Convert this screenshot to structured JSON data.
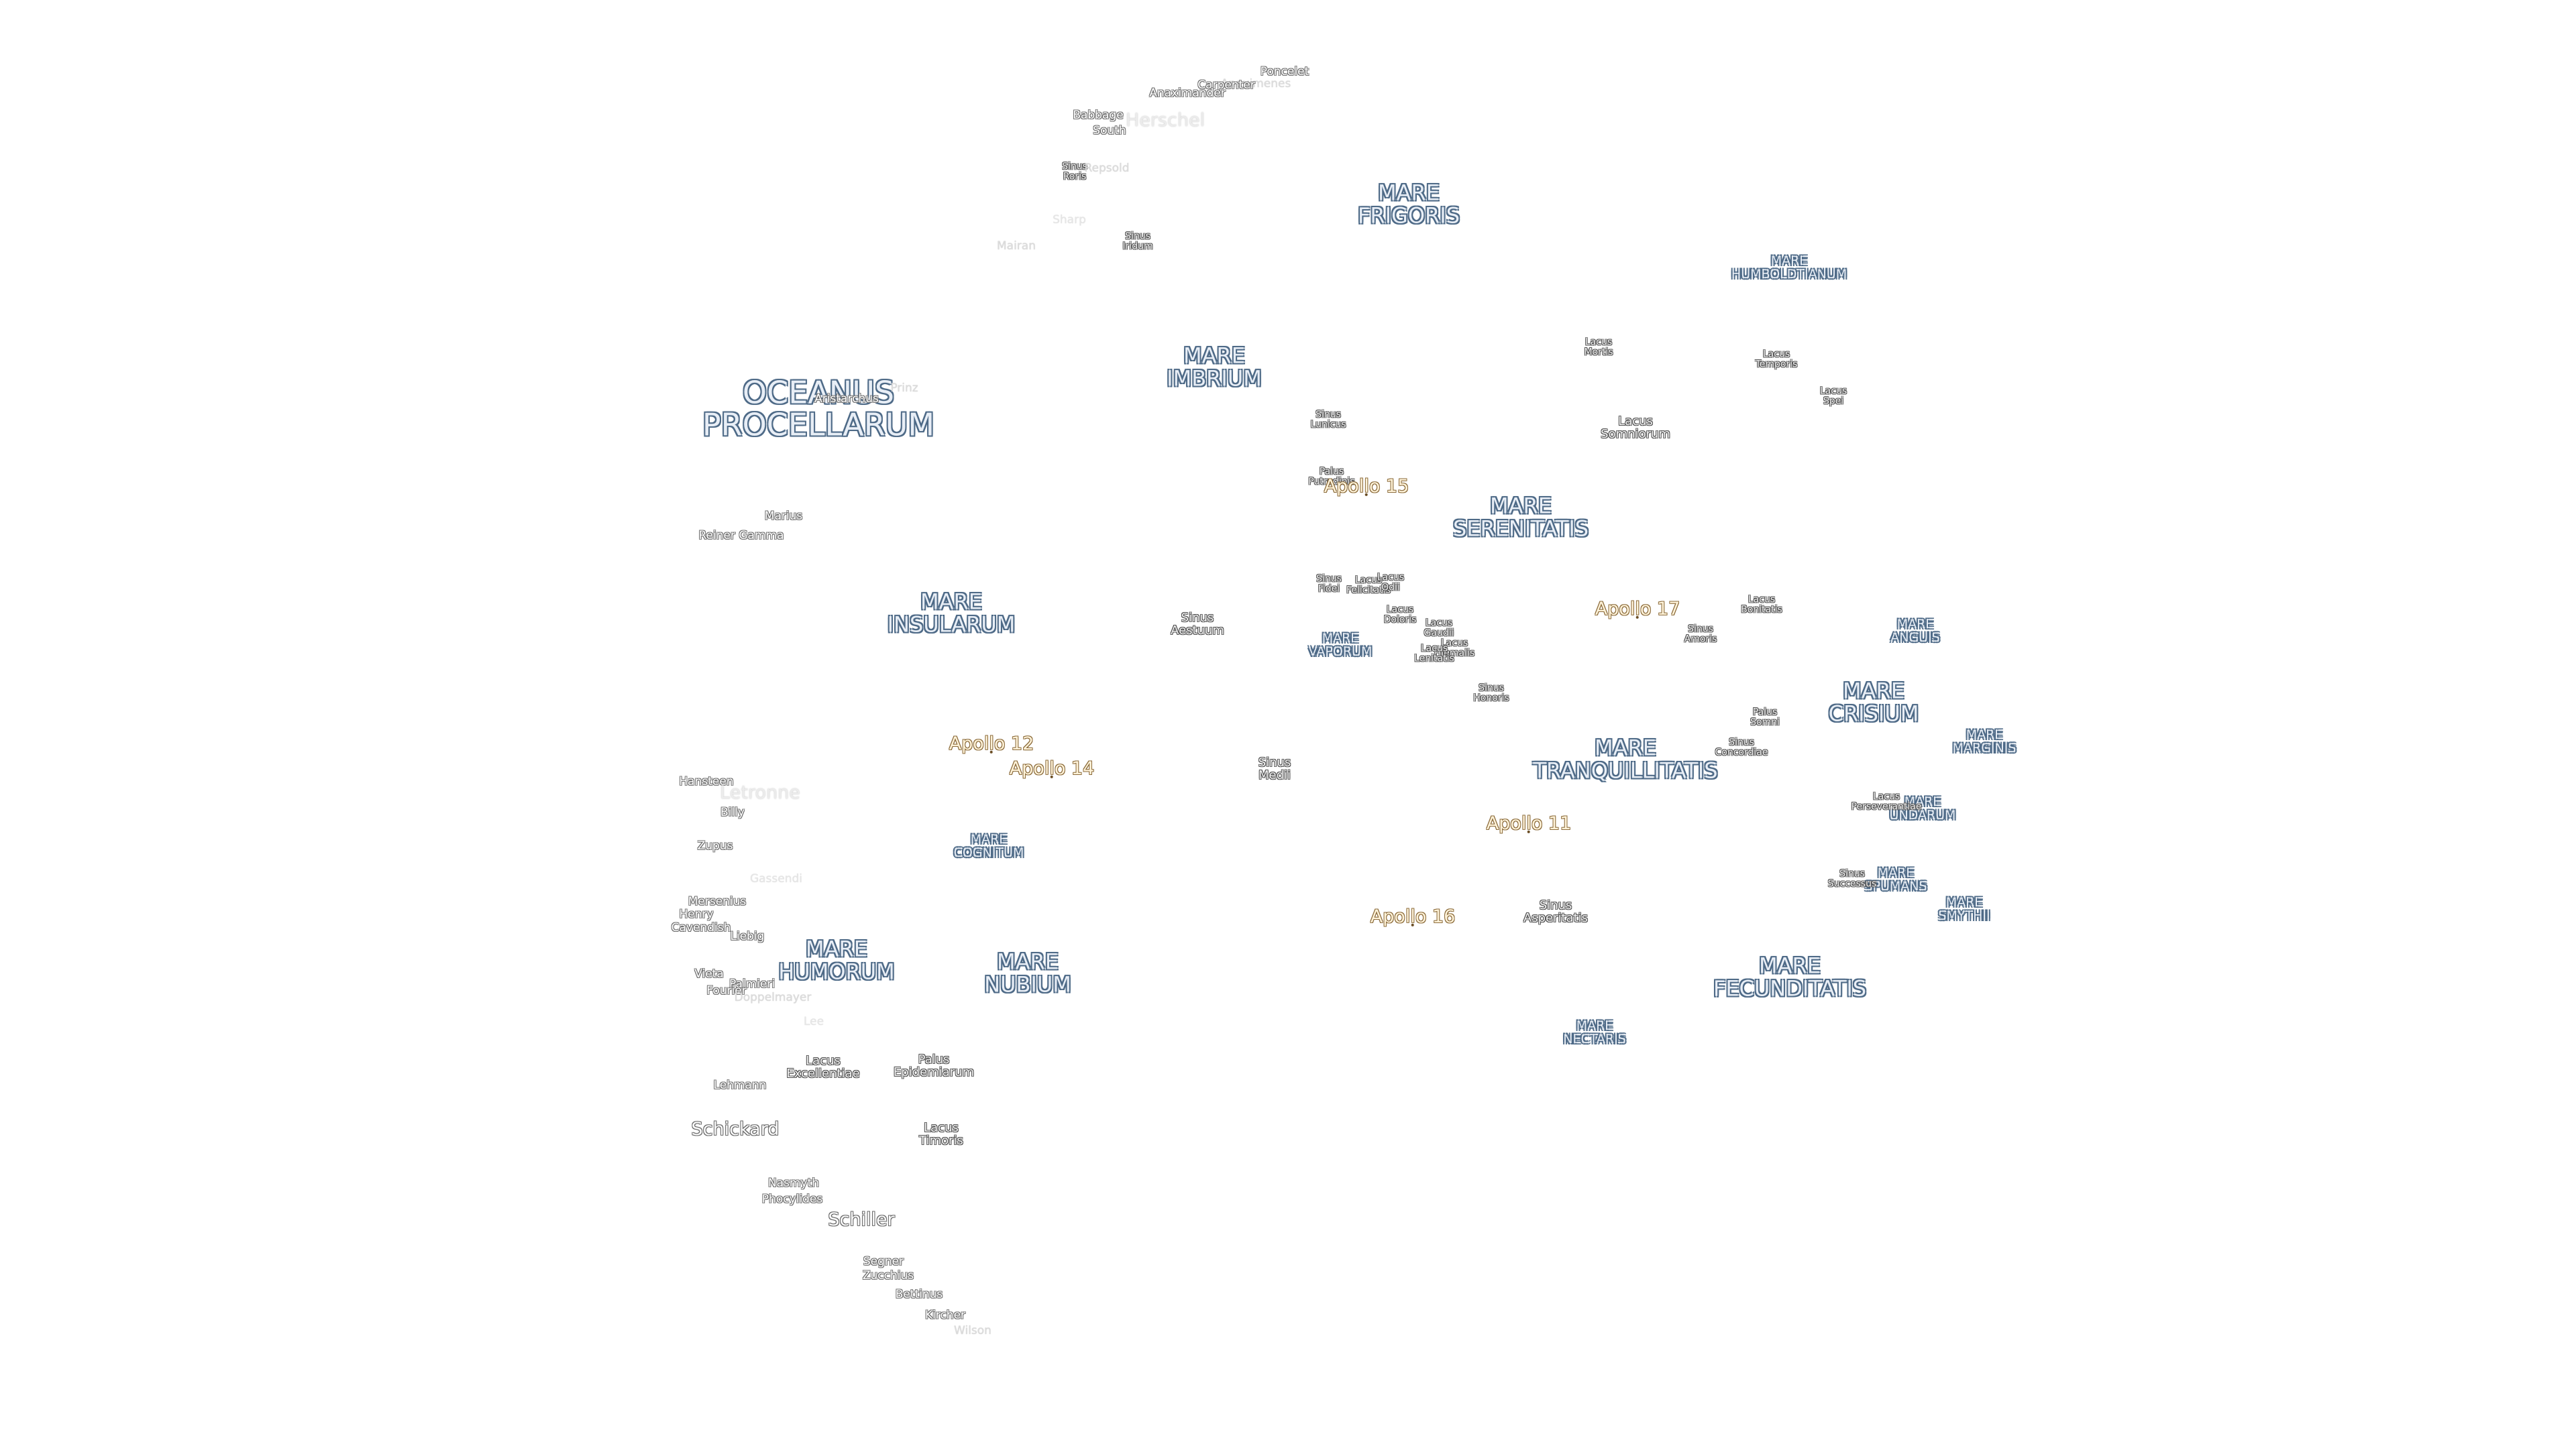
{
  "maria": [
    {
      "id": "oceanus-procellarum",
      "lines": [
        "OCEANUS",
        "PROCELLARUM"
      ],
      "size": "big"
    },
    {
      "id": "mare-frigoris",
      "lines": [
        "MARE",
        "FRIGORIS"
      ]
    },
    {
      "id": "mare-imbrium",
      "lines": [
        "MARE",
        "IMBRIUM"
      ]
    },
    {
      "id": "mare-serenitatis",
      "lines": [
        "MARE",
        "SERENITATIS"
      ]
    },
    {
      "id": "mare-insularum",
      "lines": [
        "MARE",
        "INSULARUM"
      ]
    },
    {
      "id": "mare-tranquillitatis",
      "lines": [
        "MARE",
        "TRANQUILLITATIS"
      ]
    },
    {
      "id": "mare-crisium",
      "lines": [
        "MARE",
        "CRISIUM"
      ]
    },
    {
      "id": "mare-marginis",
      "lines": [
        "MARE",
        "MARGINIS"
      ],
      "size": "small"
    },
    {
      "id": "mare-anguis",
      "lines": [
        "MARE",
        "ANGUIS"
      ],
      "size": "small"
    },
    {
      "id": "mare-humboldtianum",
      "lines": [
        "MARE",
        "HUMBOLDTIANUM"
      ],
      "size": "small"
    },
    {
      "id": "mare-vaporum",
      "lines": [
        "MARE",
        "VAPORUM"
      ],
      "size": "small"
    },
    {
      "id": "mare-cognitum",
      "lines": [
        "MARE",
        "COGNITUM"
      ],
      "size": "small"
    },
    {
      "id": "mare-humorum",
      "lines": [
        "MARE",
        "HUMORUM"
      ]
    },
    {
      "id": "mare-nubium",
      "lines": [
        "MARE",
        "NUBIUM"
      ]
    },
    {
      "id": "mare-fecunditatis",
      "lines": [
        "MARE",
        "FECUNDITATIS"
      ]
    },
    {
      "id": "mare-nectaris",
      "lines": [
        "MARE",
        "NECTARIS"
      ],
      "size": "small"
    },
    {
      "id": "mare-smythii",
      "lines": [
        "MARE",
        "SMYTHII"
      ],
      "size": "small"
    },
    {
      "id": "mare-undarum",
      "lines": [
        "MARE",
        "UNDARUM"
      ],
      "size": "small"
    },
    {
      "id": "mare-spumans",
      "lines": [
        "MARE",
        "SPUMANS"
      ],
      "size": "small"
    }
  ],
  "features": [
    {
      "id": "lacus-somniorum",
      "lines": [
        "Lacus",
        "Somniorum"
      ]
    },
    {
      "id": "lacus-mortis",
      "lines": [
        "Lacus",
        "Mortis"
      ],
      "size": "tiny"
    },
    {
      "id": "lacus-temporis",
      "lines": [
        "Lacus",
        "Temporis"
      ],
      "size": "tiny"
    },
    {
      "id": "lacus-spei",
      "lines": [
        "Lacus",
        "Spei"
      ],
      "size": "tiny"
    },
    {
      "id": "sinus-iridum",
      "lines": [
        "Sinus",
        "Iridum"
      ],
      "size": "tiny"
    },
    {
      "id": "sinus-roris",
      "lines": [
        "Sinus",
        "Roris"
      ],
      "size": "tiny"
    },
    {
      "id": "sinus-lunicus",
      "lines": [
        "Sinus",
        "Lunicus"
      ],
      "size": "tiny"
    },
    {
      "id": "palus-putredinis",
      "lines": [
        "Palus",
        "Putredinis"
      ],
      "size": "tiny"
    },
    {
      "id": "sinus-aestuum",
      "lines": [
        "Sinus",
        "Aestuum"
      ]
    },
    {
      "id": "sinus-medii",
      "lines": [
        "Sinus",
        "Medii"
      ]
    },
    {
      "id": "sinus-fidei",
      "lines": [
        "Sinus",
        "Fidei"
      ],
      "size": "tiny"
    },
    {
      "id": "lacus-felicitatis",
      "lines": [
        "Lacus",
        "Felicitatis"
      ],
      "size": "tiny"
    },
    {
      "id": "lacus-odii",
      "lines": [
        "Lacus",
        "Odii"
      ],
      "size": "tiny"
    },
    {
      "id": "lacus-doloris",
      "lines": [
        "Lacus",
        "Doloris"
      ],
      "size": "tiny"
    },
    {
      "id": "lacus-gaudii",
      "lines": [
        "Lacus",
        "Gaudii"
      ],
      "size": "tiny"
    },
    {
      "id": "lacus-hiemalis",
      "lines": [
        "Lacus",
        "Hiemalis"
      ],
      "size": "tiny"
    },
    {
      "id": "lacus-lenitatis",
      "lines": [
        "Lacus",
        "Lenitatis"
      ],
      "size": "tiny"
    },
    {
      "id": "sinus-honoris",
      "lines": [
        "Sinus",
        "Honoris"
      ],
      "size": "tiny"
    },
    {
      "id": "lacus-bonitatis",
      "lines": [
        "Lacus",
        "Bonitatis"
      ],
      "size": "tiny"
    },
    {
      "id": "sinus-amoris",
      "lines": [
        "Sinus",
        "Amoris"
      ],
      "size": "tiny"
    },
    {
      "id": "palus-somni",
      "lines": [
        "Palus",
        "Somni"
      ],
      "size": "tiny"
    },
    {
      "id": "sinus-concordiae",
      "lines": [
        "Sinus",
        "Concordiae"
      ],
      "size": "tiny"
    },
    {
      "id": "lacus-perseverantiae",
      "lines": [
        "Lacus",
        "Perseverantiae"
      ],
      "size": "tiny"
    },
    {
      "id": "sinus-successus",
      "lines": [
        "Sinus",
        "Successus"
      ],
      "size": "tiny"
    },
    {
      "id": "sinus-asperitatis",
      "lines": [
        "Sinus",
        "Asperitatis"
      ]
    },
    {
      "id": "lacus-excellentiae",
      "lines": [
        "Lacus",
        "Excellentiae"
      ]
    },
    {
      "id": "palus-epidemiarum",
      "lines": [
        "Palus",
        "Epidemiarum"
      ]
    },
    {
      "id": "lacus-timoris",
      "lines": [
        "Lacus",
        "Timoris"
      ]
    }
  ],
  "craters": [
    {
      "id": "crater-poncelet",
      "lines": [
        "Poncelet"
      ],
      "style": "normal"
    },
    {
      "id": "crater-anaximenes",
      "lines": [
        "Anaximenes"
      ],
      "style": "faint"
    },
    {
      "id": "crater-carpenter",
      "lines": [
        "Carpenter"
      ],
      "style": "normal"
    },
    {
      "id": "crater-anaximander",
      "lines": [
        "Anaximander"
      ],
      "style": "normal"
    },
    {
      "id": "crater-babbage",
      "lines": [
        "Babbage"
      ],
      "style": "normal"
    },
    {
      "id": "crater-south",
      "lines": [
        "South"
      ],
      "style": "normal"
    },
    {
      "id": "crater-herschel",
      "lines": [
        "Herschel"
      ],
      "style": "faint",
      "size": "large"
    },
    {
      "id": "crater-repsold",
      "lines": [
        "Repsold"
      ],
      "style": "faint"
    },
    {
      "id": "crater-sharp",
      "lines": [
        "Sharp"
      ],
      "style": "faint2"
    },
    {
      "id": "crater-mairan",
      "lines": [
        "Mairan"
      ],
      "style": "faint"
    },
    {
      "id": "crater-prinz",
      "lines": [
        "Prinz"
      ],
      "style": "faint"
    },
    {
      "id": "crater-aristarchus",
      "lines": [
        "Aristarchus"
      ],
      "style": "normal"
    },
    {
      "id": "crater-marius",
      "lines": [
        "Marius"
      ],
      "style": "normal"
    },
    {
      "id": "crater-reiner-gamma",
      "lines": [
        "Reiner Gamma"
      ],
      "style": "normal"
    },
    {
      "id": "crater-hansteen",
      "lines": [
        "Hansteen"
      ],
      "style": "normal"
    },
    {
      "id": "crater-letronne",
      "lines": [
        "Letronne"
      ],
      "style": "faint",
      "size": "large"
    },
    {
      "id": "crater-billy",
      "lines": [
        "Billy"
      ],
      "style": "normal"
    },
    {
      "id": "crater-zupus",
      "lines": [
        "Zupus"
      ],
      "style": "normal"
    },
    {
      "id": "crater-gassendi",
      "lines": [
        "Gassendi"
      ],
      "style": "faint2"
    },
    {
      "id": "crater-mersenius",
      "lines": [
        "Mersenius"
      ],
      "style": "normal"
    },
    {
      "id": "crater-henry",
      "lines": [
        "Henry"
      ],
      "style": "normal"
    },
    {
      "id": "crater-cavendish",
      "lines": [
        "Cavendish"
      ],
      "style": "normal"
    },
    {
      "id": "crater-liebig",
      "lines": [
        "Liebig"
      ],
      "style": "normal"
    },
    {
      "id": "crater-vieta",
      "lines": [
        "Vieta"
      ],
      "style": "normal"
    },
    {
      "id": "crater-palmieri",
      "lines": [
        "Palmieri"
      ],
      "style": "normal"
    },
    {
      "id": "crater-fourier",
      "lines": [
        "Fourier"
      ],
      "style": "normal"
    },
    {
      "id": "crater-doppelmayer",
      "lines": [
        "Doppelmayer"
      ],
      "style": "faint"
    },
    {
      "id": "crater-lee",
      "lines": [
        "Lee"
      ],
      "style": "faint2"
    },
    {
      "id": "crater-lehmann",
      "lines": [
        "Lehmann"
      ],
      "style": "normal"
    },
    {
      "id": "crater-schickard",
      "lines": [
        "Schickard"
      ],
      "style": "normal",
      "size": "large"
    },
    {
      "id": "crater-nasmyth",
      "lines": [
        "Nasmyth"
      ],
      "style": "normal"
    },
    {
      "id": "crater-phocylides",
      "lines": [
        "Phocylides"
      ],
      "style": "normal"
    },
    {
      "id": "crater-schiller",
      "lines": [
        "Schiller"
      ],
      "style": "faint2",
      "size": "large"
    },
    {
      "id": "crater-segner",
      "lines": [
        "Segner"
      ],
      "style": "normal"
    },
    {
      "id": "crater-zucchius",
      "lines": [
        "Zucchius"
      ],
      "style": "normal"
    },
    {
      "id": "crater-bettinus",
      "lines": [
        "Bettinus"
      ],
      "style": "normal"
    },
    {
      "id": "crater-kircher",
      "lines": [
        "Kircher"
      ],
      "style": "normal"
    },
    {
      "id": "crater-wilson",
      "lines": [
        "Wilson"
      ],
      "style": "faint"
    }
  ],
  "apollo_sites": [
    {
      "id": "apollo-11",
      "lines": [
        "Apollo 11"
      ]
    },
    {
      "id": "apollo-12",
      "lines": [
        "Apollo 12"
      ]
    },
    {
      "id": "apollo-14",
      "lines": [
        "Apollo 14"
      ]
    },
    {
      "id": "apollo-15",
      "lines": [
        "Apollo 15"
      ]
    },
    {
      "id": "apollo-16",
      "lines": [
        "Apollo 16"
      ]
    },
    {
      "id": "apollo-17",
      "lines": [
        "Apollo 17"
      ]
    }
  ],
  "colors": {
    "background": "#ffffff",
    "mare_outline": "#4e6a87",
    "feature_outline": "#4f4f4f",
    "apollo_outline": "#8a6a3a"
  }
}
